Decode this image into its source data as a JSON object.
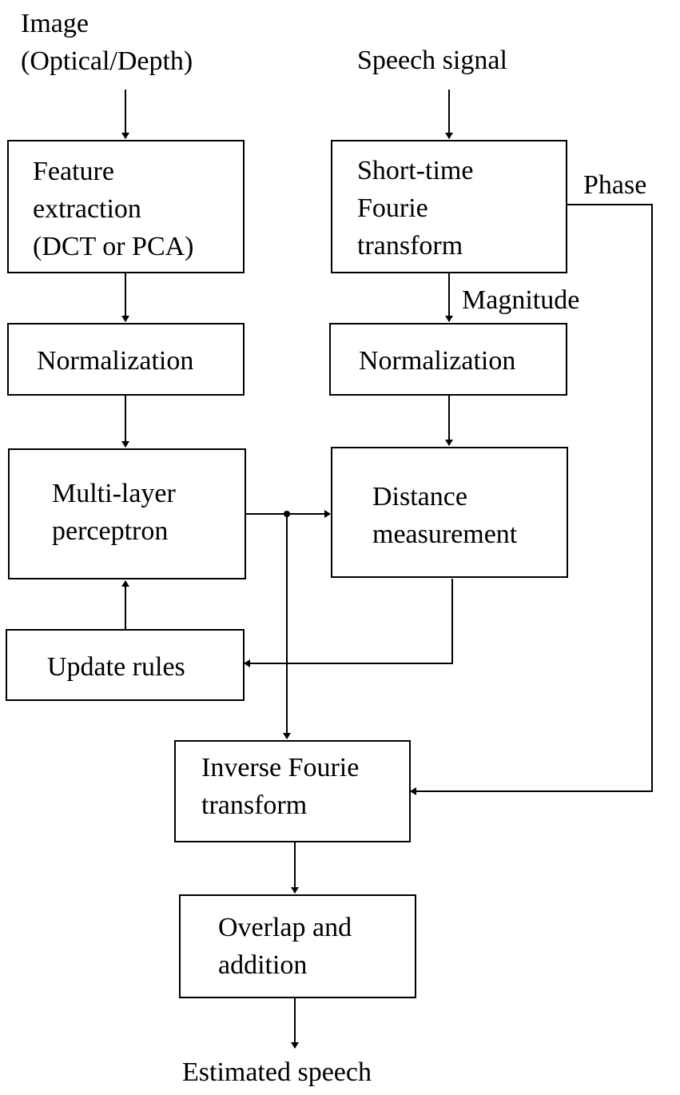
{
  "diagram": {
    "inputs": {
      "image": "Image\n(Optical/Depth)",
      "speech": "Speech signal"
    },
    "nodes": {
      "feature_extraction": "Feature\nextraction\n(DCT or PCA)",
      "normalization_left": "Normalization",
      "mlp": "Multi-layer\nperceptron",
      "update_rules": "Update rules",
      "stft": "Short-time\nFourie\ntransform",
      "normalization_right": "Normalization",
      "distance": "Distance\nmeasurement",
      "inverse_fourier": "Inverse Fourie\ntransform",
      "overlap_add": "Overlap and\naddition"
    },
    "edge_labels": {
      "phase": "Phase",
      "magnitude": "Magnitude"
    },
    "output": "Estimated speech"
  }
}
